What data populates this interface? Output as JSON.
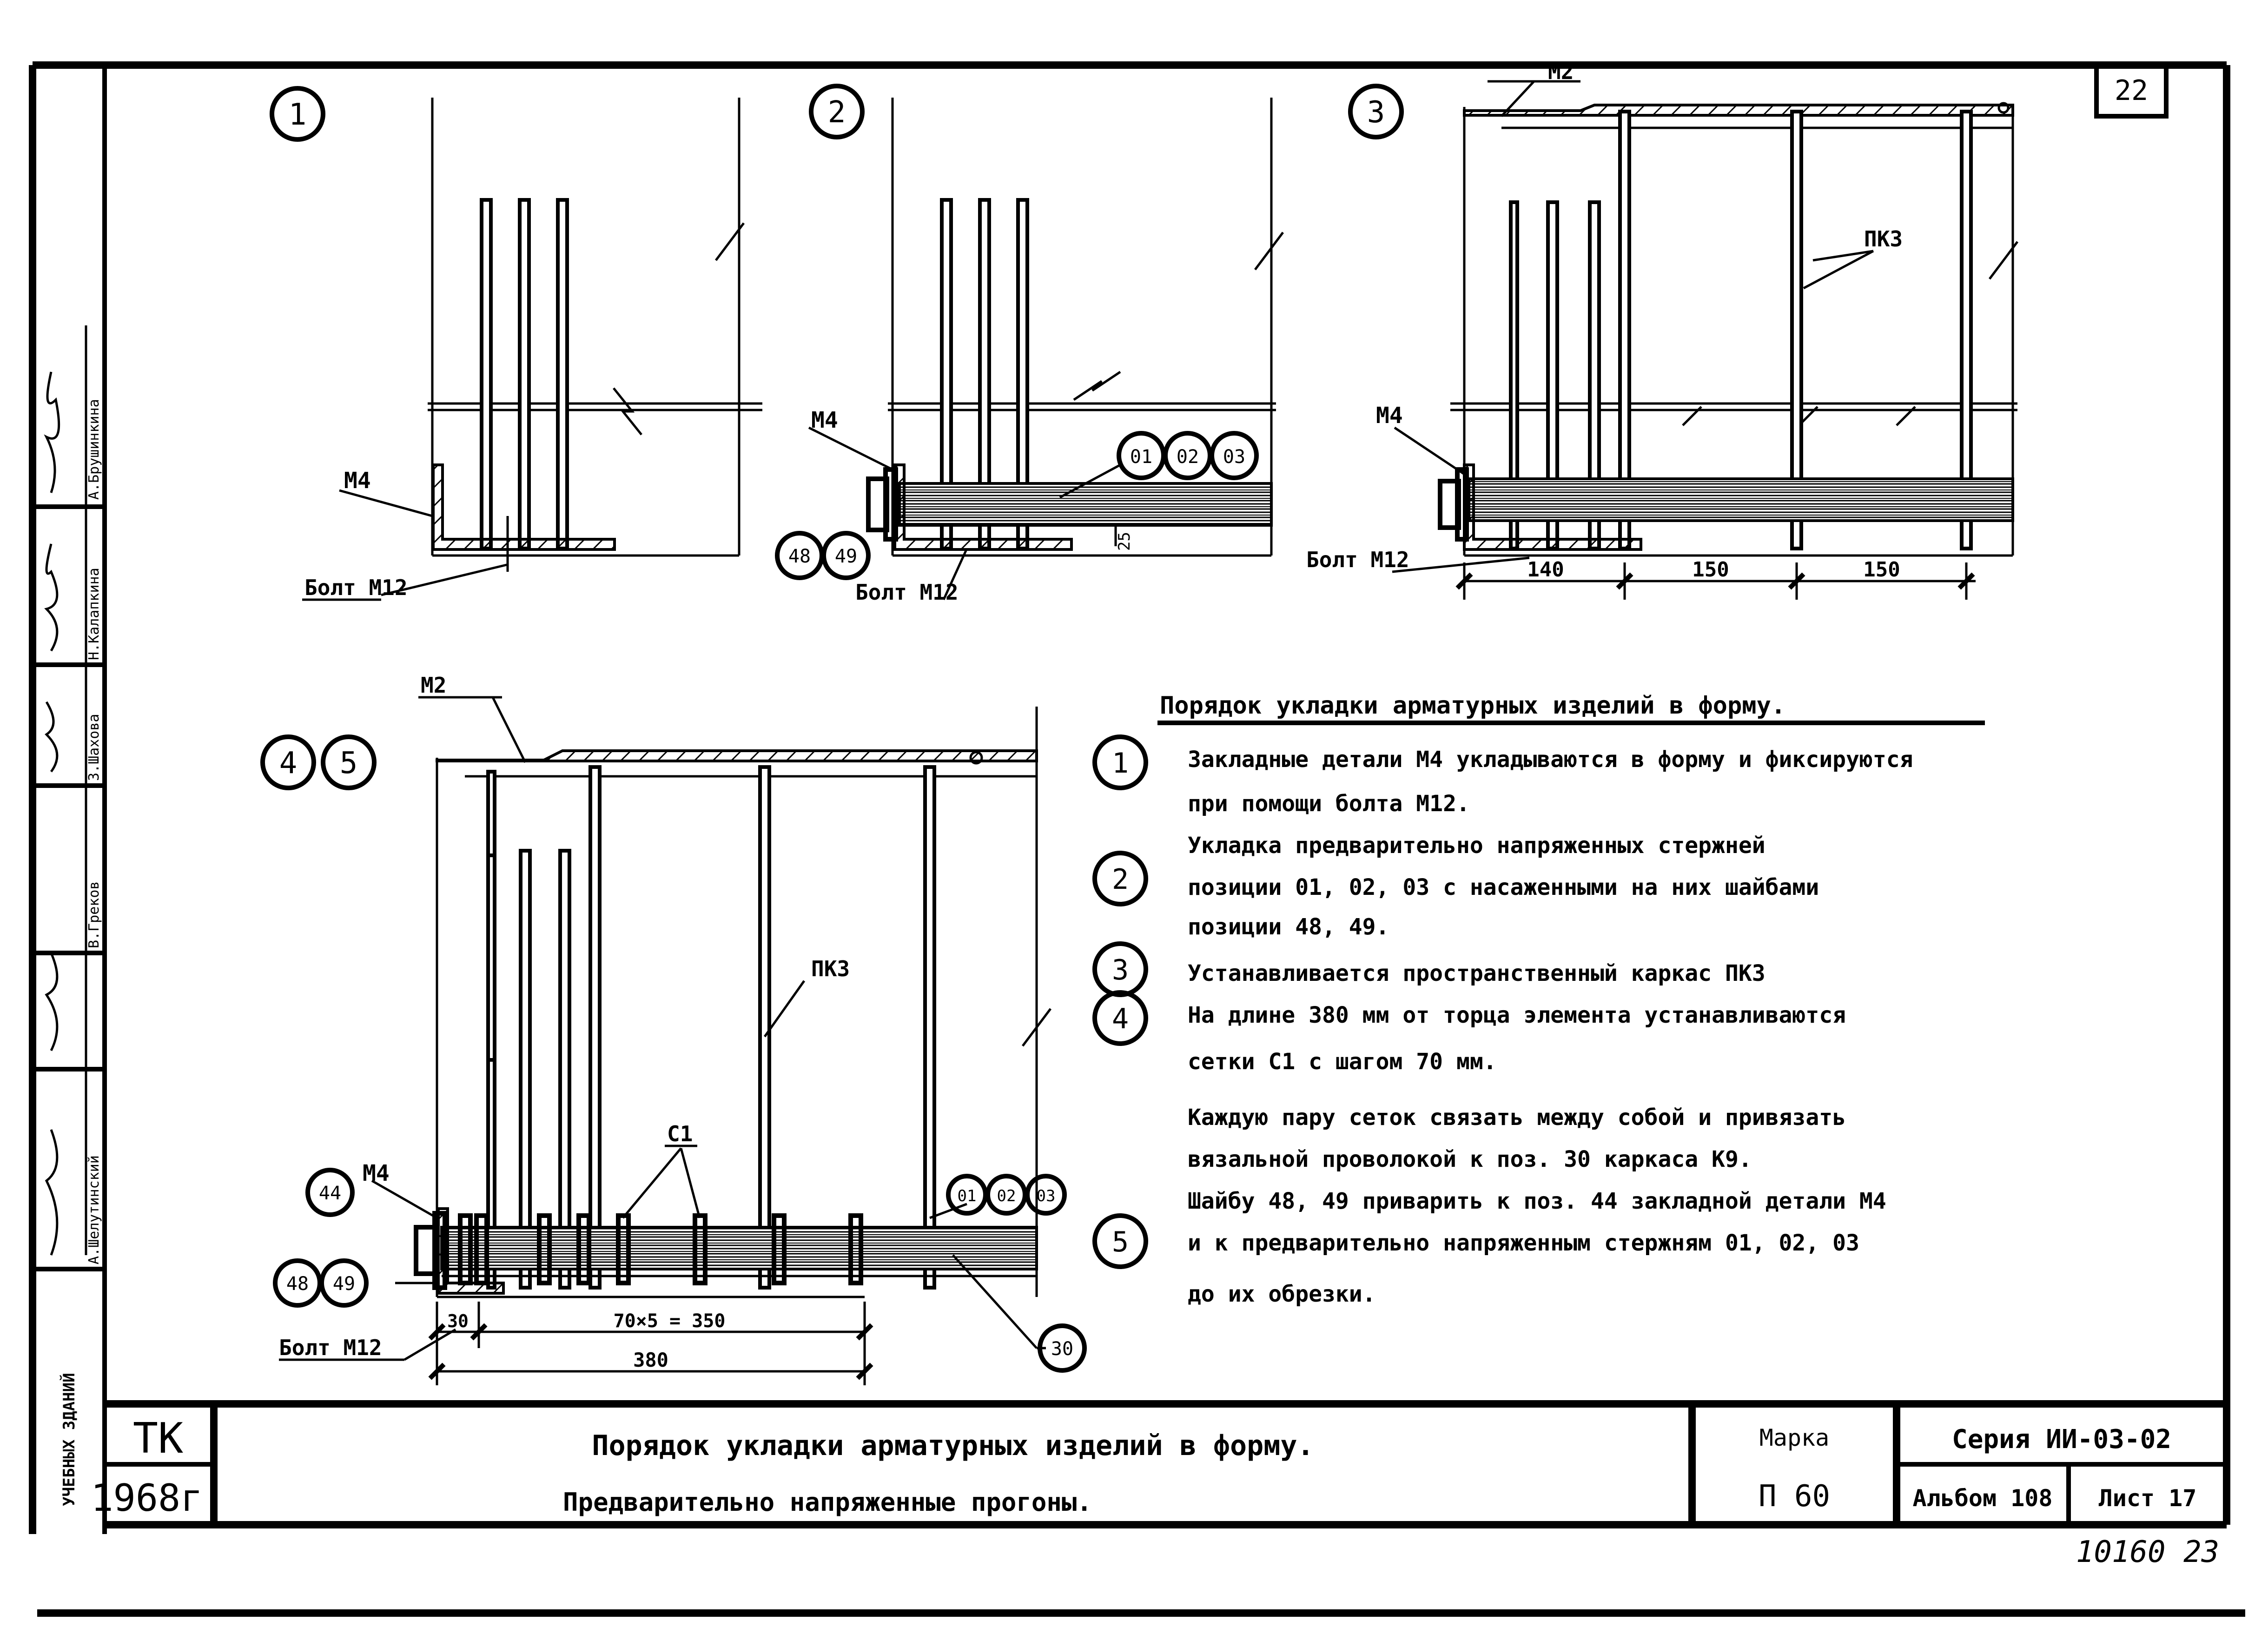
{
  "sheet_number": "22",
  "bottom_number": "10160 23",
  "side_strip": {
    "org": "УЧЕБНЫХ ЗДАНИЙ",
    "names": [
      "А.Брушинкина",
      "Н.Калапкина",
      "З.Шахова",
      "В.Греков",
      "А.Шелутинский"
    ]
  },
  "views": {
    "v1": {
      "num": "1",
      "m4": "М4",
      "bolt": "Болт М12"
    },
    "v2": {
      "num": "2",
      "m4": "М4",
      "bolt": "Болт М12",
      "c01": "01",
      "c02": "02",
      "c03": "03",
      "c48": "48",
      "c49": "49",
      "dim25": "25"
    },
    "v3": {
      "num": "3",
      "m2": "М2",
      "m4": "М4",
      "pk3": "ПК3",
      "bolt": "Болт М12",
      "dim140": "140",
      "dim150a": "150",
      "dim150b": "150"
    },
    "v45": {
      "num4": "4",
      "num5": "5",
      "m2": "М2",
      "m4": "М4",
      "pk3": "ПК3",
      "c1": "С1",
      "bolt": "Болт М12",
      "c44": "44",
      "c48": "48",
      "c49": "49",
      "c30": "30",
      "c01": "01",
      "c02": "02",
      "c03": "03",
      "dim30": "30",
      "dim70": "70×5 = 350",
      "dim380": "380"
    }
  },
  "procedure": {
    "title": "Порядок укладки арматурных изделий в форму.",
    "steps": [
      {
        "num": "1",
        "lines": [
          "Закладные детали М4 укладываются в форму и фиксируются",
          "при помощи болта М12."
        ]
      },
      {
        "num": "2",
        "lines": [
          "Укладка предварительно напряженных стержней",
          "позиции 01, 02, 03 с насаженными на них шайбами",
          "позиции 48, 49."
        ]
      },
      {
        "num": "3",
        "lines": [
          "Устанавливается пространственный каркас ПК3"
        ]
      },
      {
        "num": "4",
        "lines": [
          "На длине 380 мм от торца элемента устанавливаются",
          "сетки С1 с шагом 70 мм."
        ]
      },
      {
        "num": "5",
        "lines": [
          "Каждую пару сеток связать между собой и привязать",
          "вязальной проволокой к поз. 30 каркаса К9.",
          "Шайбу 48, 49 приварить к поз. 44 закладной детали М4",
          "и к предварительно напряженным стержням 01, 02, 03",
          "до их обрезки."
        ]
      }
    ]
  },
  "title_block": {
    "org": "ТК",
    "year": "1968г.",
    "title_line1": "Порядок укладки арматурных изделий в форму.",
    "title_line2": "Предварительно напряженные прогоны.",
    "marka_label": "Марка",
    "marka_value": "П 60",
    "series": "Серия ИИ-03-02",
    "album": "Альбом 108",
    "sheet": "Лист 17"
  }
}
